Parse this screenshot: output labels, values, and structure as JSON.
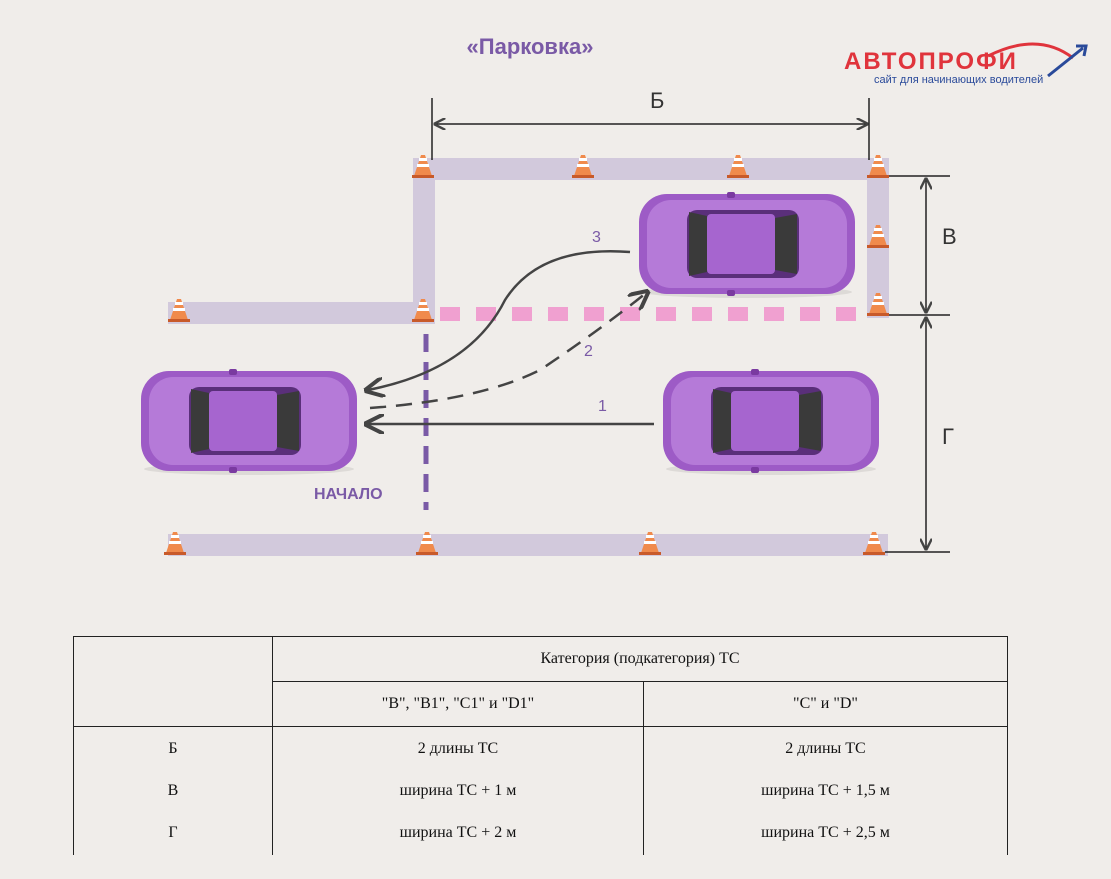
{
  "title": "«Парковка»",
  "logo": {
    "name": "АВТОПРОФИ",
    "tagline": "сайт для начинающих водителей"
  },
  "dimensions": {
    "b": "Б",
    "v": "В",
    "g": "Г"
  },
  "paths": {
    "p1": "1",
    "p2": "2",
    "p3": "3"
  },
  "start_label": "НАЧАЛО",
  "colors": {
    "lane": "#d2c9dc",
    "car": "#a060c8",
    "accent": "#7a5aa6",
    "dotted": "#f0a0d0",
    "cone": "#e8743c"
  },
  "table": {
    "header": "Категория (подкатегория) ТС",
    "col1": "\"B\", \"B1\", \"C1\" и \"D1\"",
    "col2": "\"C\" и \"D\"",
    "rows": [
      {
        "label": "Б",
        "a": "2 длины ТС",
        "b": "2 длины ТС"
      },
      {
        "label": "В",
        "a": "ширина ТС + 1 м",
        "b": "ширина ТС + 1,5 м"
      },
      {
        "label": "Г",
        "a": "ширина ТС + 2 м",
        "b": "ширина ТС + 2,5 м"
      }
    ]
  }
}
